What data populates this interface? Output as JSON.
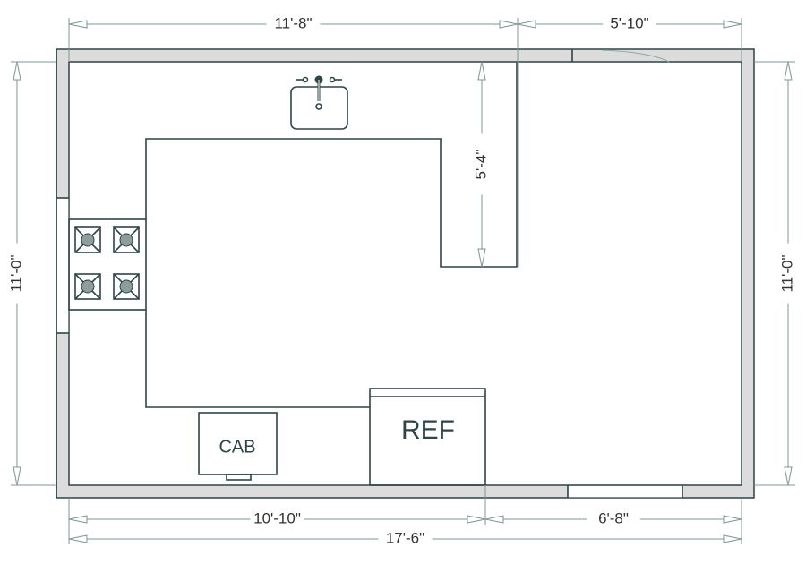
{
  "plan": {
    "labels": {
      "refrigerator": "REF",
      "cabinet": "CAB"
    },
    "dimensions": {
      "top_left": "11'-8\"",
      "top_right": "5'-10\"",
      "left": "11'-0\"",
      "right": "11'-0\"",
      "counter_depth": "5'-4\"",
      "bottom_left": "10'-10\"",
      "bottom_right": "6'-8\"",
      "bottom_total": "17'-6\""
    },
    "colors": {
      "line": "#2f4446",
      "wall": "#dcdcdc",
      "dimension": "#7f9494",
      "burner": "#8e9c9c"
    }
  }
}
